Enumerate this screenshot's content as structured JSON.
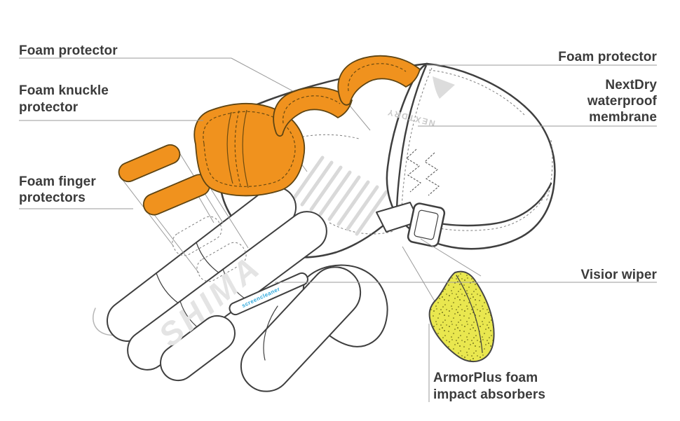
{
  "diagram": {
    "subject": "SHIMA motorcycle glove exploded-view feature diagram",
    "background": "#FFFFFF"
  },
  "labels": {
    "foam_protector_left": "Foam protector",
    "foam_knuckle": [
      "Foam knuckle",
      "protector"
    ],
    "foam_finger": [
      "Foam finger",
      "protectors"
    ],
    "foam_protector_right": "Foam protector",
    "nextdry": [
      "NextDry",
      "waterproof",
      "membrane"
    ],
    "visor_wiper": "Visior wiper",
    "armorplus": [
      "ArmorPlus foam",
      "impact absorbers"
    ]
  },
  "glove_prints": {
    "brand": "SHIMA",
    "cuff_membrane": "NEXTDRY",
    "wiper": "screencleaner"
  },
  "colors": {
    "pad_orange": "#F0921E",
    "foam_yellow": "#E9E74F",
    "outline_dark": "#3F3F3F",
    "leader_gray": "#9A9A9A",
    "label_text": "#3B3B3B",
    "wiper_blue": "#2FA8DC",
    "print_gray": "#E4E4E4"
  }
}
